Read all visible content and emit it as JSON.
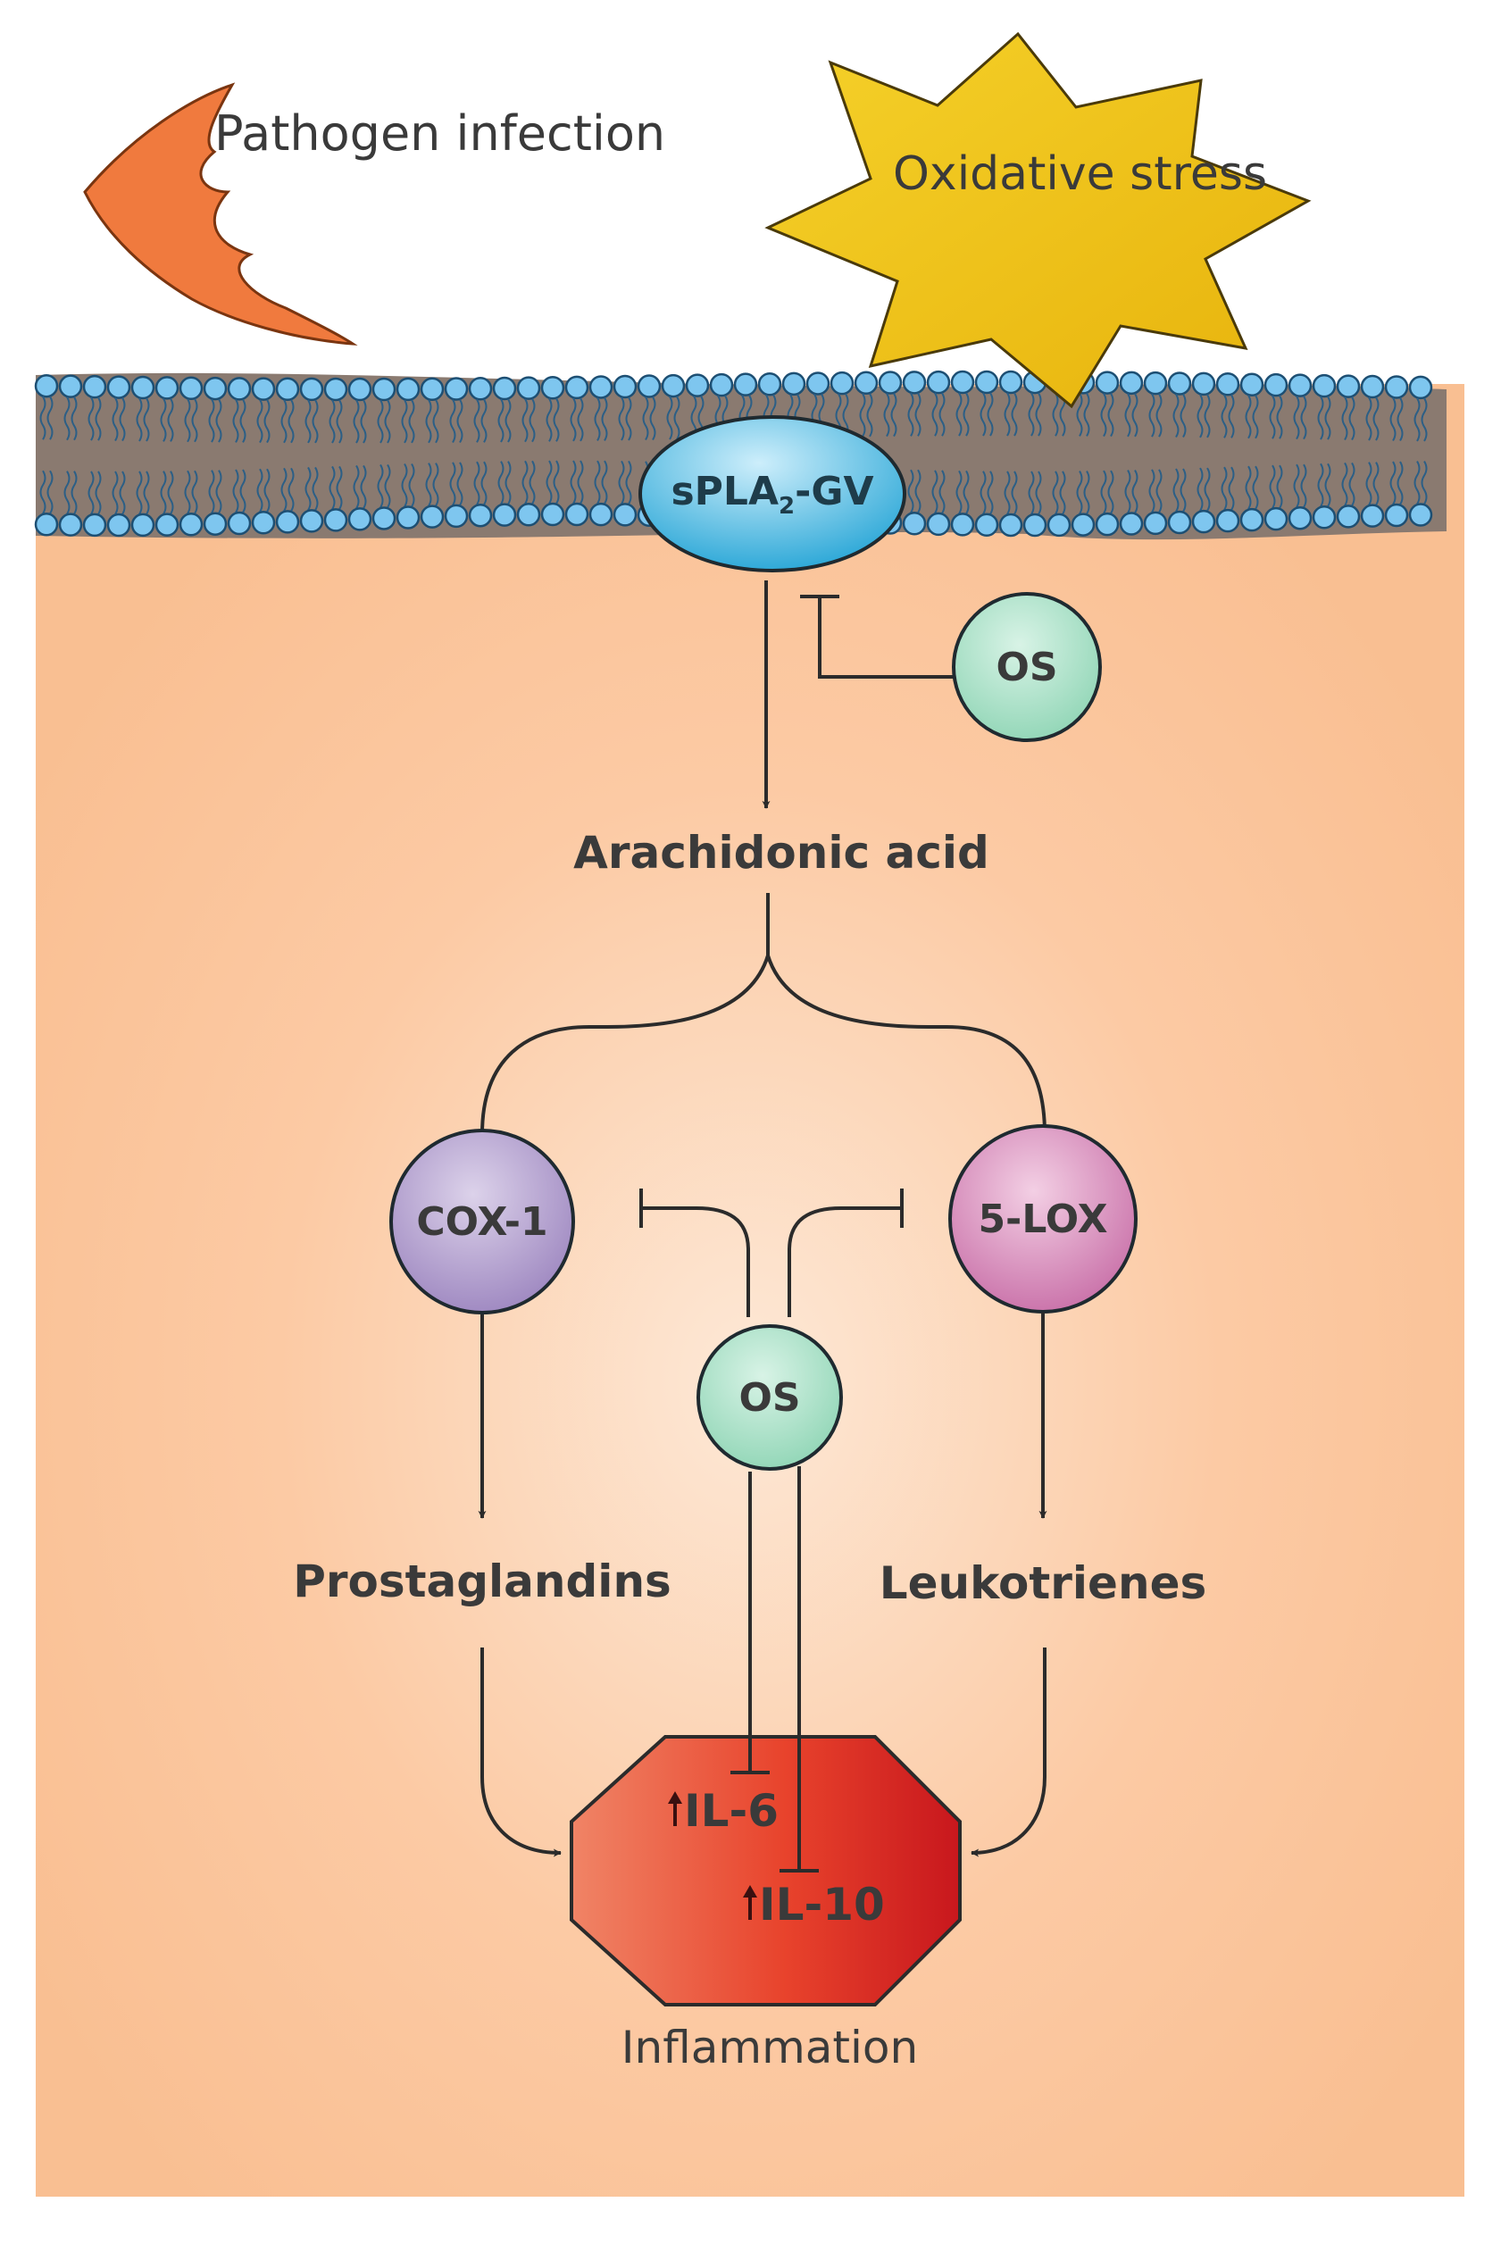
{
  "stimuli": {
    "pathogen": "Pathogen infection",
    "oxidative": "Oxidative stress"
  },
  "enzyme": {
    "prefix": "sPLA",
    "subscript": "2",
    "suffix": "-GV"
  },
  "inhibitor_top": "OS",
  "arachidonic": "Arachidonic acid",
  "cox": "COX-1",
  "lox": "5-LOX",
  "inhibitor_mid": "OS",
  "prostaglandins": "Prostaglandins",
  "leukotrienes": "Leukotrienes",
  "il6": "IL-6",
  "il10": "IL-10",
  "inflammation": "Inflammation",
  "colors": {
    "cell": "#f9bf92",
    "cell_center": "#fde3cf",
    "membrane": "#8a7a70",
    "lipid_head": "#7ec6ef",
    "pathogen": "#f07a3e",
    "oxidative": "#f3c215",
    "splA2": "#4ab8e2",
    "os_node": "#a8e0c6",
    "cox": "#a995c7",
    "lox": "#d586b7",
    "inflammation_left": "#f08060",
    "inflammation_right": "#c8171d"
  }
}
